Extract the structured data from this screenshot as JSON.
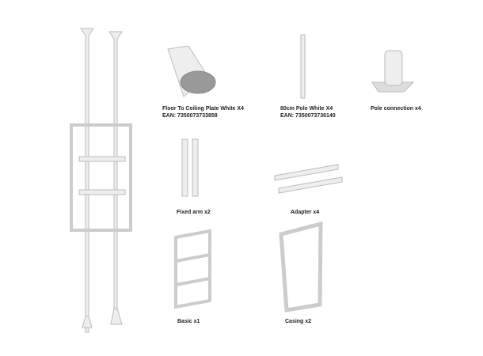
{
  "items": [
    {
      "label": "Floor To Ceiling Plate White X4",
      "ean": "EAN: 7350073733859"
    },
    {
      "label": "80cm Pole White X4",
      "ean": "EAN: 7350073736140"
    },
    {
      "label": "Pole connection x4"
    },
    {
      "label": "Fixed arm x2"
    },
    {
      "label": "Adapter x4"
    },
    {
      "label": "Basic x1"
    },
    {
      "label": "Casing x2"
    }
  ]
}
